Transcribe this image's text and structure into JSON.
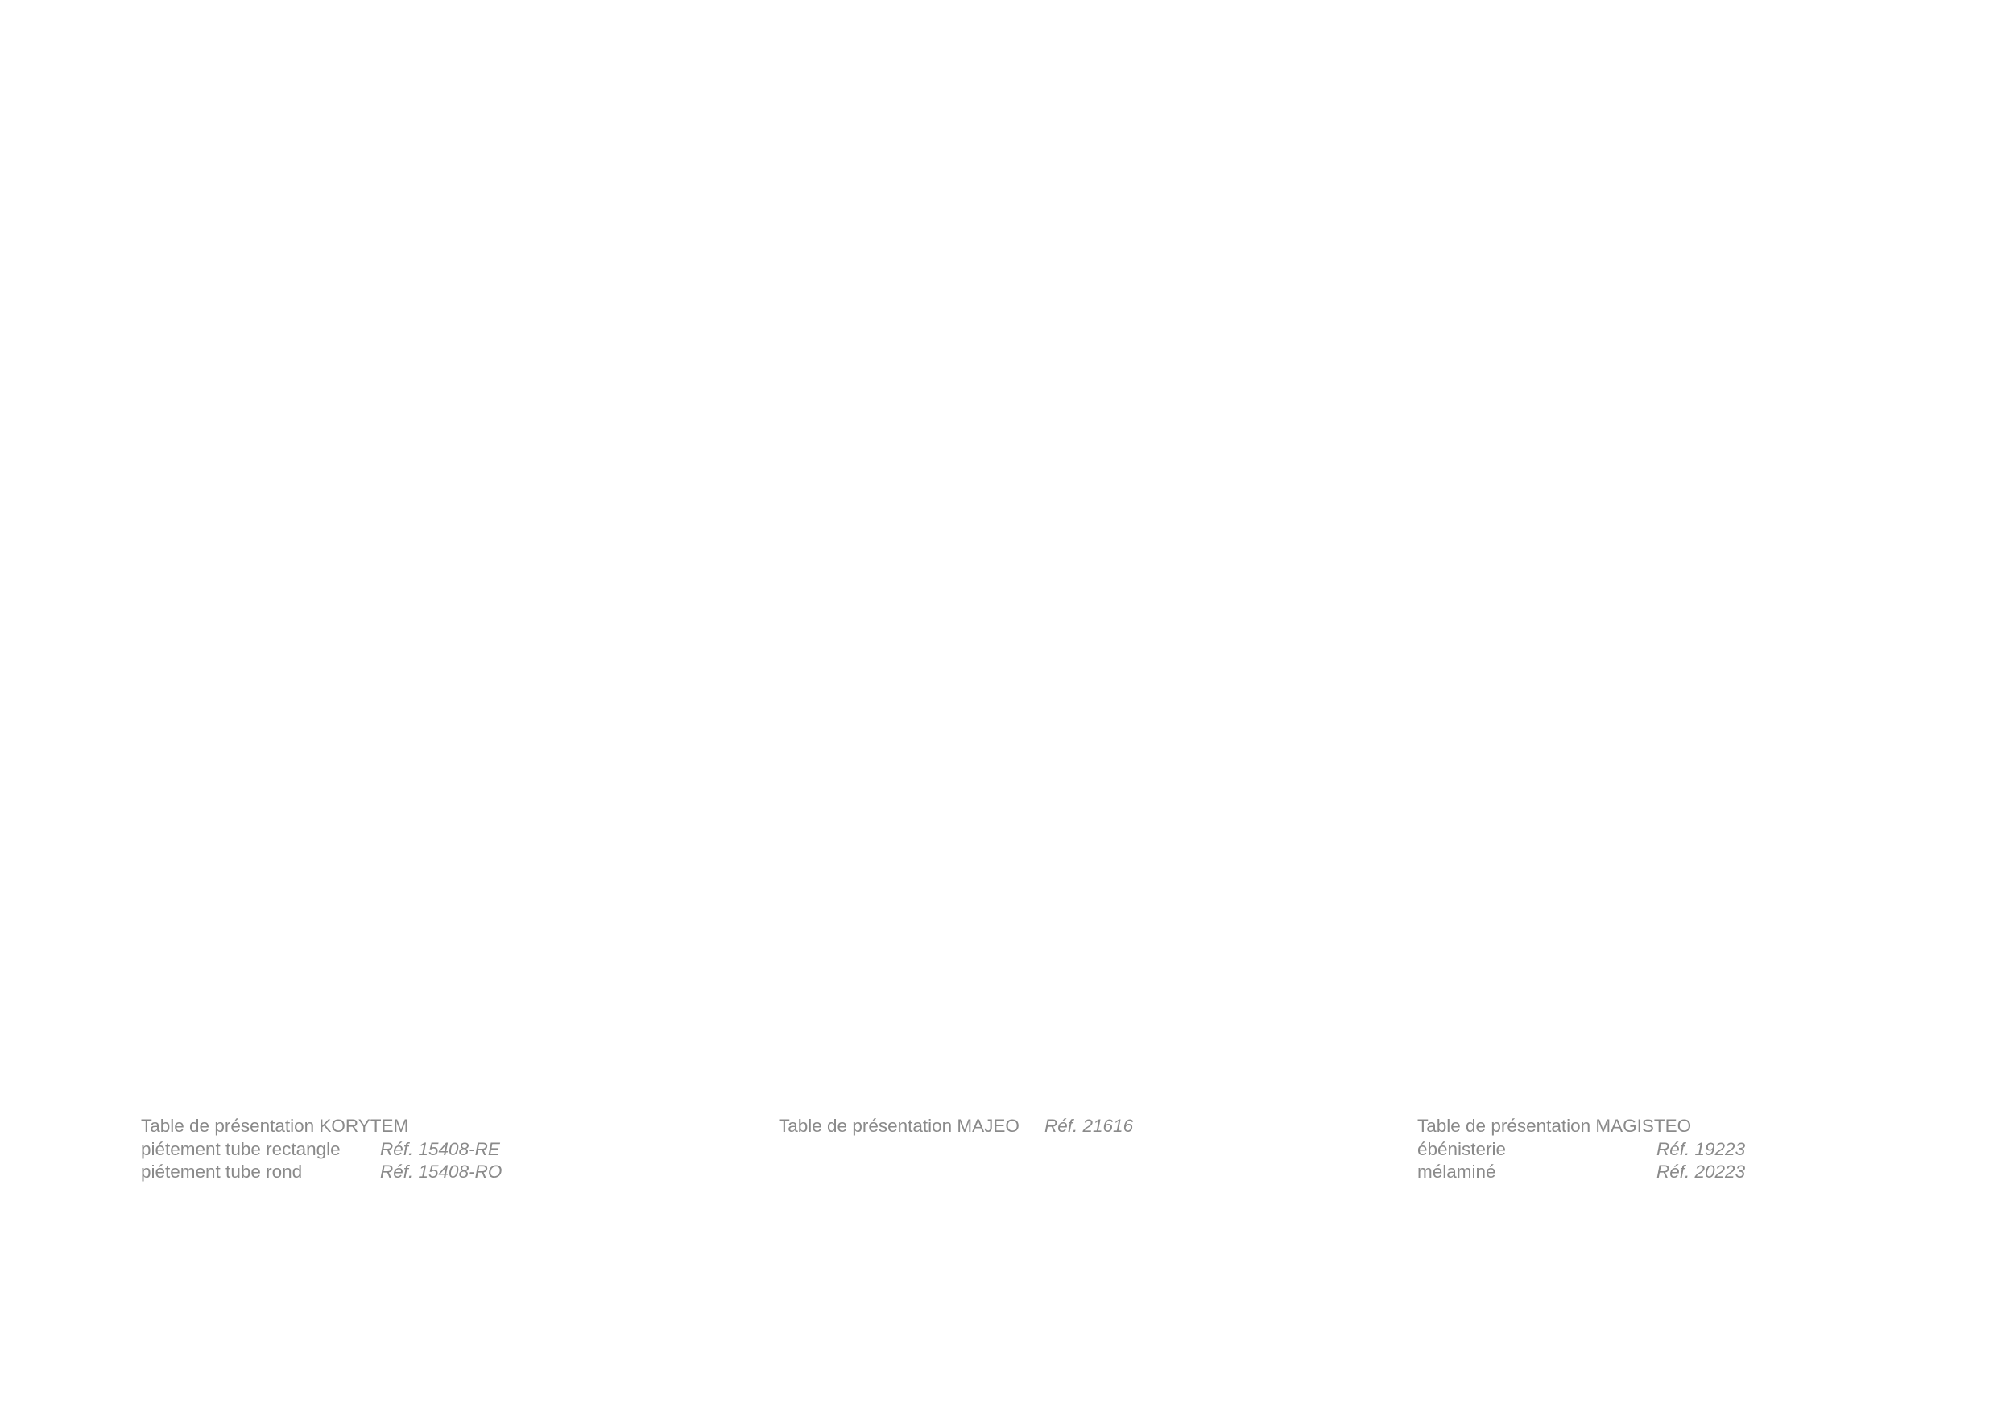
{
  "captions": [
    {
      "title": "Table de présentation KORYTEM",
      "lines": [
        {
          "label": "piétement tube rectangle",
          "ref": "Réf. 15408-RE"
        },
        {
          "label": "piétement tube rond",
          "ref": "Réf. 15408-RO"
        }
      ]
    },
    {
      "title": "Table de présentation MAJEO",
      "ref": "Réf. 21616"
    },
    {
      "title": "Table de présentation MAGISTEO",
      "lines": [
        {
          "label": "ébénisterie",
          "ref": "Réf. 19223"
        },
        {
          "label": "mélaminé",
          "ref": "Réf. 20223"
        }
      ]
    }
  ]
}
